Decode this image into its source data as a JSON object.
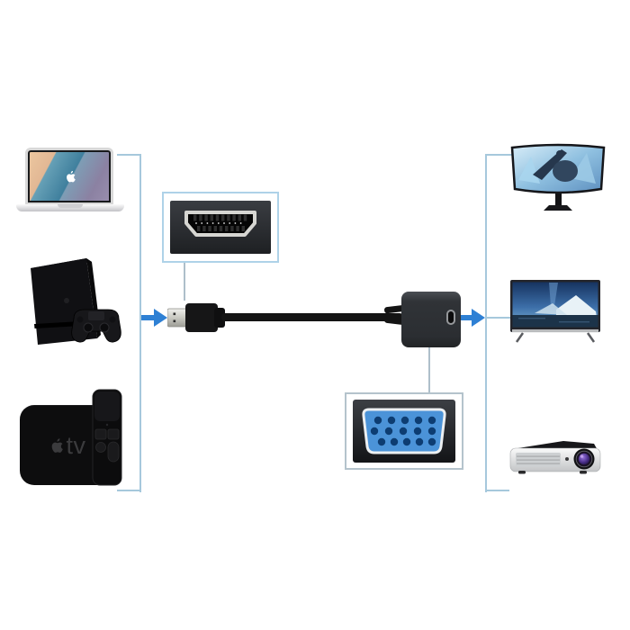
{
  "page": {
    "background": "#ffffff",
    "description": "HDMI male to VGA female adapter cable device-compatibility diagram"
  },
  "colors": {
    "page_bg": "#ffffff",
    "line": "#a6c8dc",
    "stem": "#aebfca",
    "arrow": "#2e80d4",
    "hdmi_callout_border": "#aed2e8",
    "vga_callout_border": "#b4c3cc",
    "vga_blue": "#4b93d8",
    "vga_hole": "#0d3d72",
    "cable": "#141414"
  },
  "sources": [
    {
      "id": "macbook-laptop",
      "icon": "laptop-icon"
    },
    {
      "id": "ps4-console-with-controller",
      "icon": "game-console-icon"
    },
    {
      "id": "apple-tv-with-remote",
      "icon": "apple-tv-icon",
      "logo_text": "tv"
    }
  ],
  "displays": [
    {
      "id": "curved-gaming-monitor",
      "icon": "curved-monitor-icon"
    },
    {
      "id": "led-tv",
      "icon": "tv-icon"
    },
    {
      "id": "projector",
      "icon": "projector-icon"
    }
  ],
  "adapter": {
    "id": "hdmi-to-vga-adapter-cable",
    "hdmi_end": "hdmi-male-plug",
    "vga_end": "vga-female-dongle"
  },
  "callouts": [
    {
      "id": "hdmi-port-closeup"
    },
    {
      "id": "vga-port-closeup"
    }
  ]
}
